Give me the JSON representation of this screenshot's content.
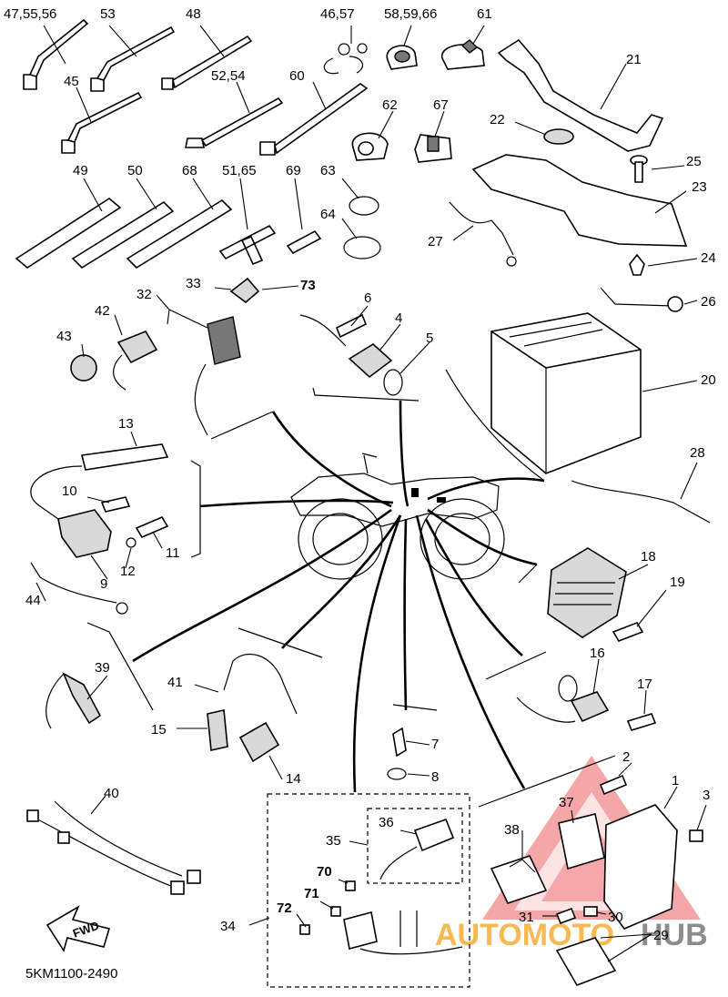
{
  "diagram": {
    "code": "5KM1100-2490",
    "fwd_label": "FWD",
    "watermark": {
      "brand_a": "AUTOMOTO",
      "brand_b": "HUB",
      "accent": "#e8262b",
      "secondary": "#f6a21a"
    },
    "labels": {
      "l1": "1",
      "l2": "2",
      "l3": "3",
      "l4": "4",
      "l5": "5",
      "l6": "6",
      "l7": "7",
      "l8": "8",
      "l9": "9",
      "l10": "10",
      "l11": "11",
      "l12": "12",
      "l13": "13",
      "l14": "14",
      "l15": "15",
      "l16": "16",
      "l17": "17",
      "l18": "18",
      "l19": "19",
      "l20": "20",
      "l21": "21",
      "l22": "22",
      "l23": "23",
      "l24": "24",
      "l25": "25",
      "l26": "26",
      "l27": "27",
      "l28": "28",
      "l29": "29",
      "l30": "30",
      "l31": "31",
      "l32": "32",
      "l33": "33",
      "l34": "34",
      "l35": "35",
      "l36": "36",
      "l37": "37",
      "l38": "38",
      "l39": "39",
      "l40": "40",
      "l41": "41",
      "l42": "42",
      "l43": "43",
      "l44": "44",
      "l45": "45",
      "l48": "48",
      "l49": "49",
      "l50": "50",
      "l53": "53",
      "l60": "60",
      "l61": "61",
      "l62": "62",
      "l63": "63",
      "l64": "64",
      "l67": "67",
      "l68": "68",
      "l69": "69",
      "l70": "70",
      "l71": "71",
      "l72": "72",
      "l73": "73",
      "l4755": "47,55,56",
      "l4657": "46,57",
      "l5859": "58,59,66",
      "l5254": "52,54",
      "l5165": "51,65"
    }
  }
}
